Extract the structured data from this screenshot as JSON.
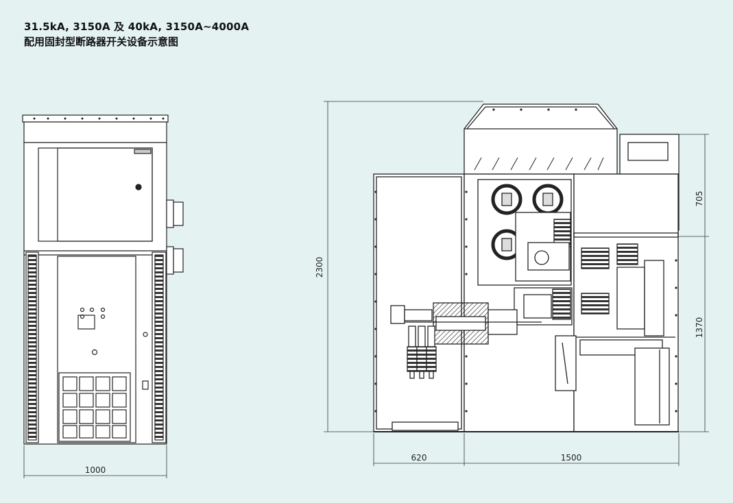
{
  "title": {
    "line1": "31.5kA, 3150A 及 40kA, 3150A~4000A",
    "line2": "配用固封型断路器开关设备示意图"
  },
  "front_view": {
    "width_label": "1000"
  },
  "side_view": {
    "height_label": "2300",
    "top_height_label": "705",
    "lower_height_label": "1370",
    "rear_width_label": "620",
    "front_width_label": "1500"
  },
  "colors": {
    "background": "#e4f3f2",
    "line": "#222222"
  }
}
